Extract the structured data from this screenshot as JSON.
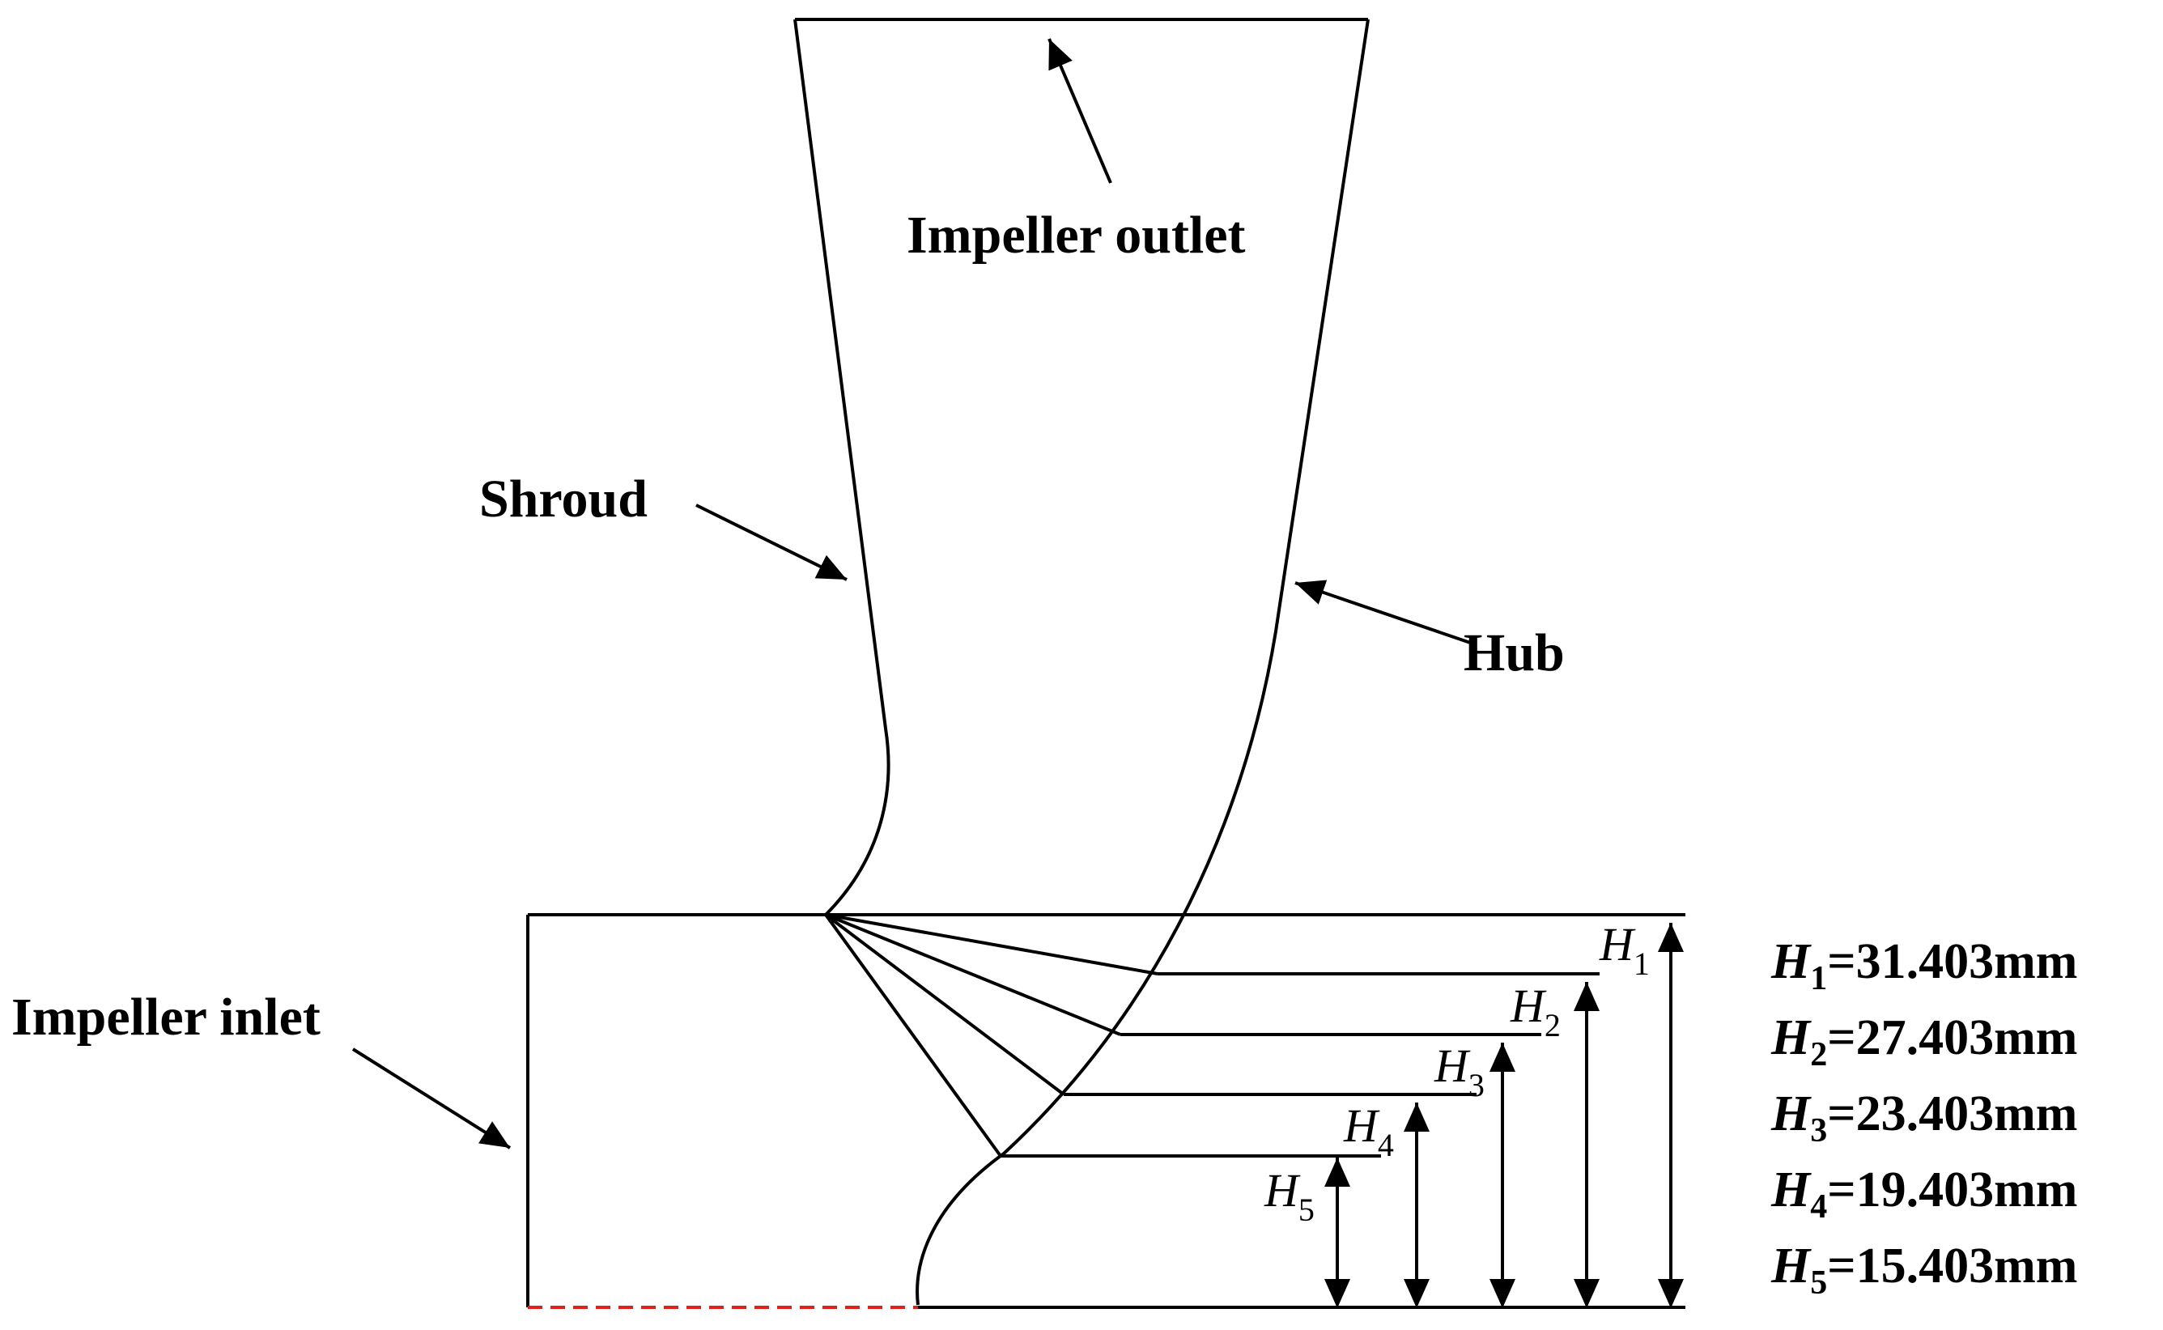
{
  "labels": {
    "impeller_outlet": "Impeller outlet",
    "shroud": "Shroud",
    "hub": "Hub",
    "impeller_inlet": "Impeller inlet"
  },
  "heights": [
    {
      "symbol": "H",
      "sub": "1",
      "value": 31.403,
      "unit": "mm"
    },
    {
      "symbol": "H",
      "sub": "2",
      "value": 27.403,
      "unit": "mm"
    },
    {
      "symbol": "H",
      "sub": "3",
      "value": 23.403,
      "unit": "mm"
    },
    {
      "symbol": "H",
      "sub": "4",
      "value": 19.403,
      "unit": "mm"
    },
    {
      "symbol": "H",
      "sub": "5",
      "value": 15.403,
      "unit": "mm"
    }
  ],
  "colors": {
    "line": "#000000",
    "dashed_axis": "#e0201a"
  }
}
